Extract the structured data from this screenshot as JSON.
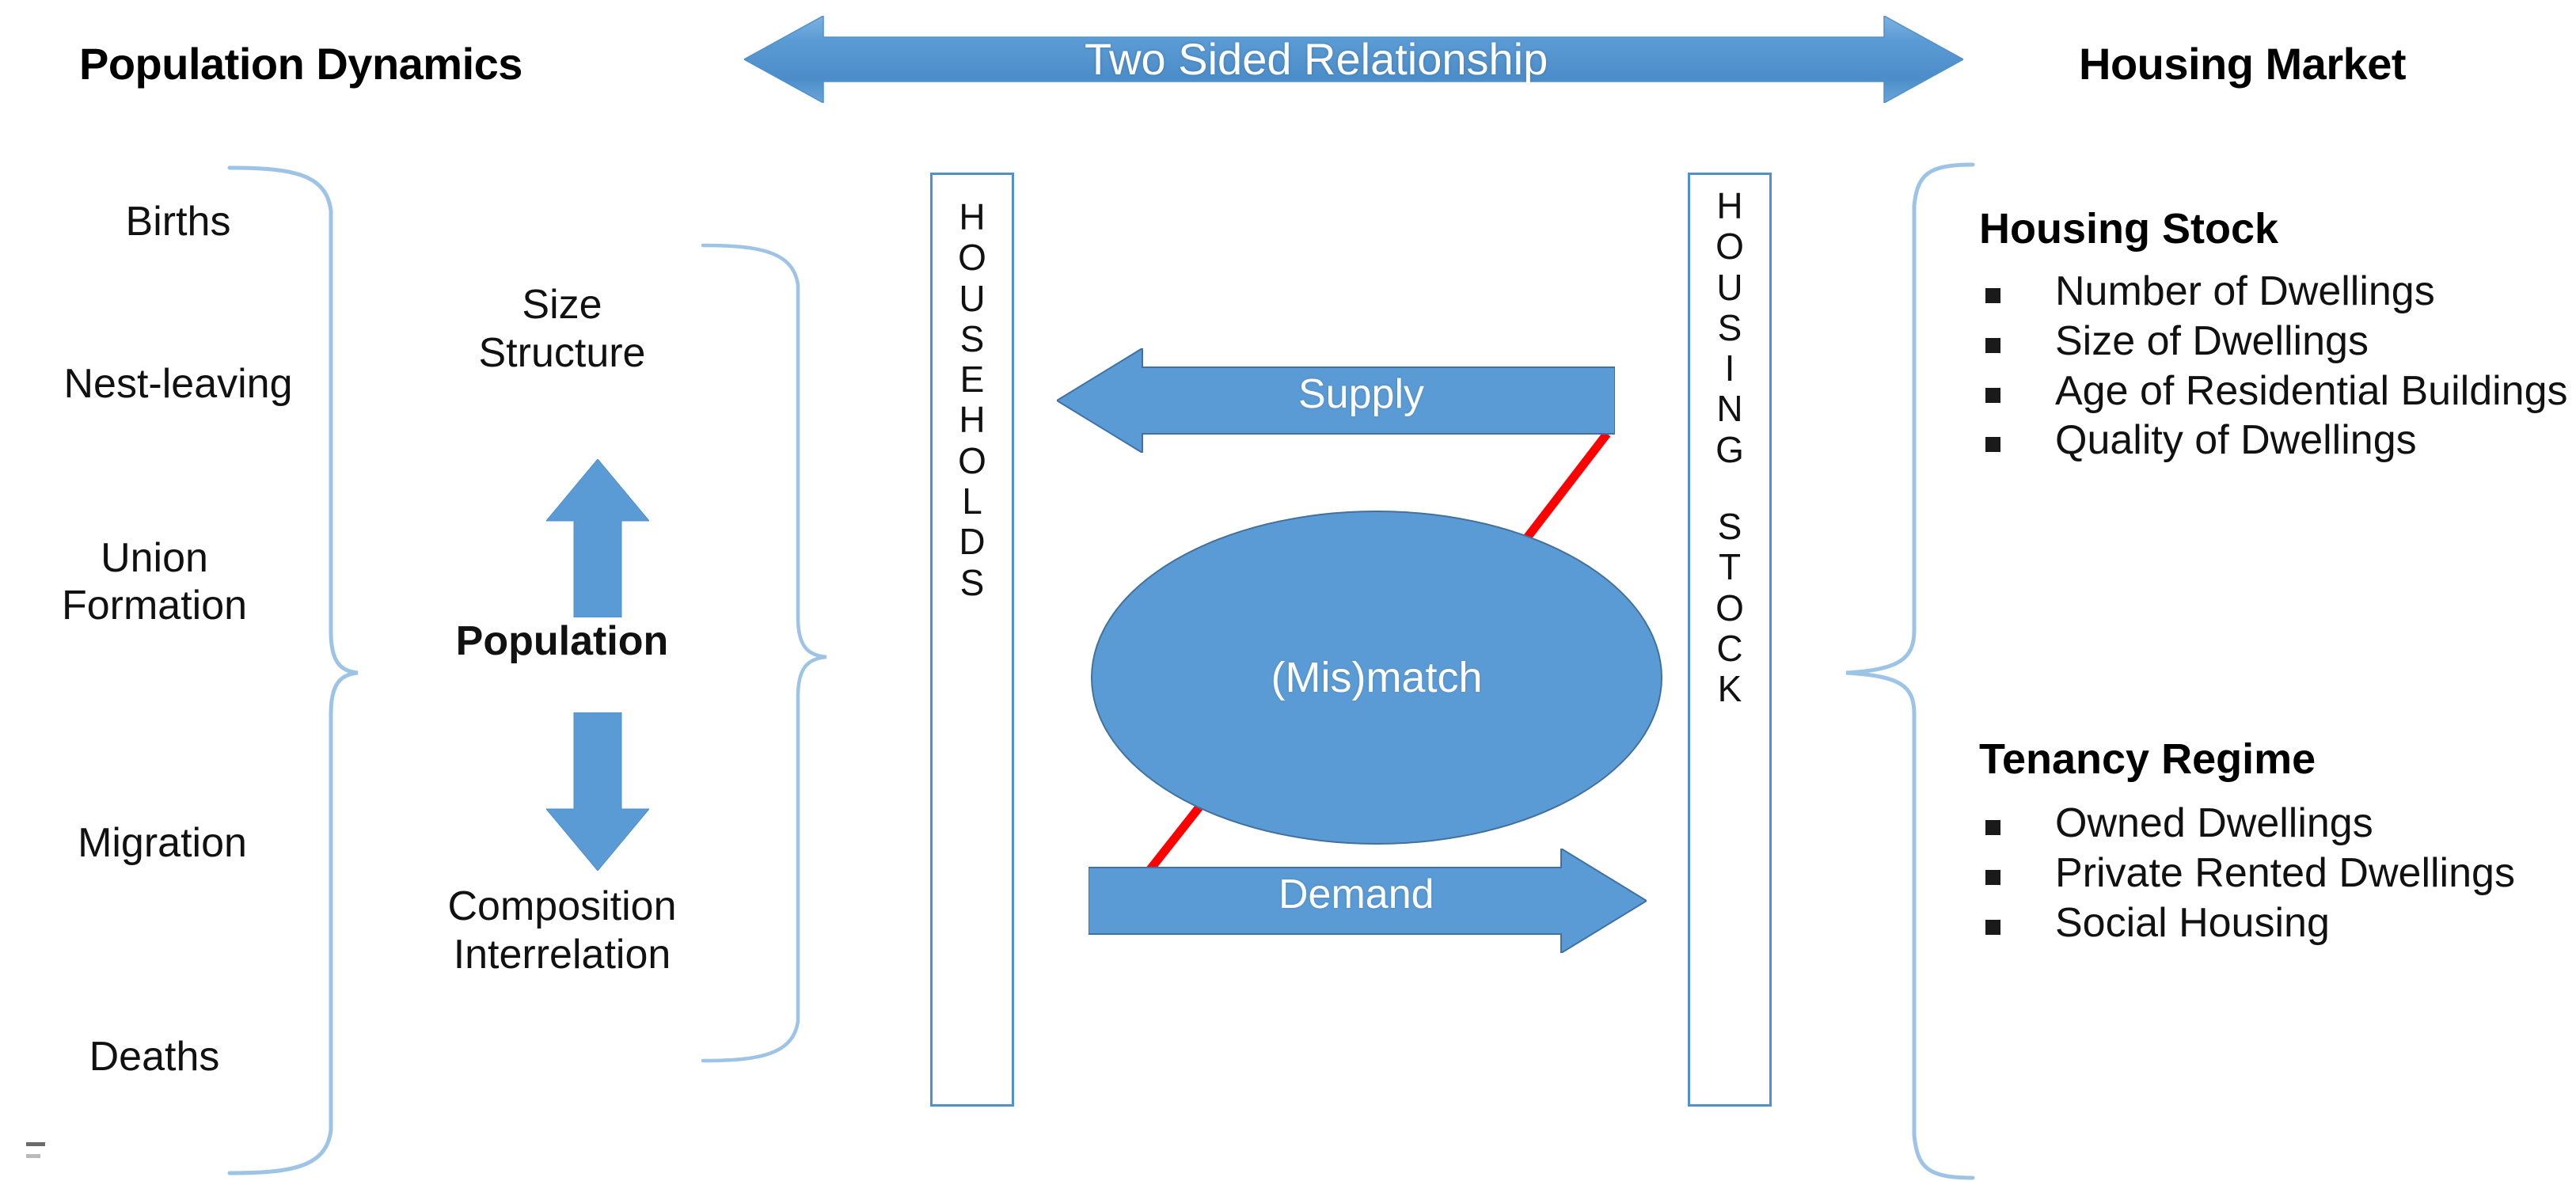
{
  "headers": {
    "left": "Population Dynamics",
    "right": "Housing Market"
  },
  "top_arrow": {
    "label": "Two Sided Relationship",
    "icon": "double-headed-arrow-icon",
    "color": "#5B9BD5"
  },
  "population_dynamics": {
    "items": [
      {
        "label": "Births"
      },
      {
        "label": "Nest-leaving"
      },
      {
        "label": "Union\nFormation"
      },
      {
        "label": "Migration"
      },
      {
        "label": "Deaths"
      }
    ],
    "brace_icon": "right-curly-brace-icon",
    "brace_color": "#9DC3E6"
  },
  "population_core": {
    "top_text": "Size\nStructure",
    "center_text": "Population",
    "bottom_text": "Composition\nInterrelation",
    "up_arrow_icon": "up-arrow-icon",
    "down_arrow_icon": "down-arrow-icon",
    "arrow_color": "#5B9BD5",
    "brace_icon": "right-curly-brace-icon",
    "brace_color": "#9DC3E6"
  },
  "households_box": {
    "letters": [
      "H",
      "O",
      "U",
      "S",
      "E",
      "H",
      "O",
      "L",
      "D",
      "S"
    ],
    "border_color": "#4F90CD"
  },
  "housing_stock_box": {
    "letters_top": [
      "H",
      "O",
      "U",
      "S",
      "I",
      "N",
      "G"
    ],
    "letters_bottom": [
      "S",
      "T",
      "O",
      "C",
      "K"
    ],
    "border_color": "#4F90CD"
  },
  "center": {
    "supply_arrow": {
      "label": "Supply",
      "icon": "left-arrow-icon",
      "color": "#5B9BD5"
    },
    "demand_arrow": {
      "label": "Demand",
      "icon": "right-arrow-icon",
      "color": "#5B9BD5"
    },
    "ellipse": {
      "label": "(Mis)match",
      "fill": "#5B9BD5",
      "stroke": "#41719C"
    },
    "red_connector_color": "#FF0000"
  },
  "housing_market": {
    "brace_icon": "left-curly-brace-icon",
    "brace_color": "#9DC3E6",
    "sections": [
      {
        "title": "Housing Stock",
        "bullets": [
          "Number of Dwellings",
          "Size of Dwellings",
          "Age of Residential Buildings",
          "Quality of Dwellings"
        ]
      },
      {
        "title": "Tenancy Regime",
        "bullets": [
          "Owned Dwellings",
          "Private Rented Dwellings",
          "Social Housing"
        ]
      }
    ]
  }
}
